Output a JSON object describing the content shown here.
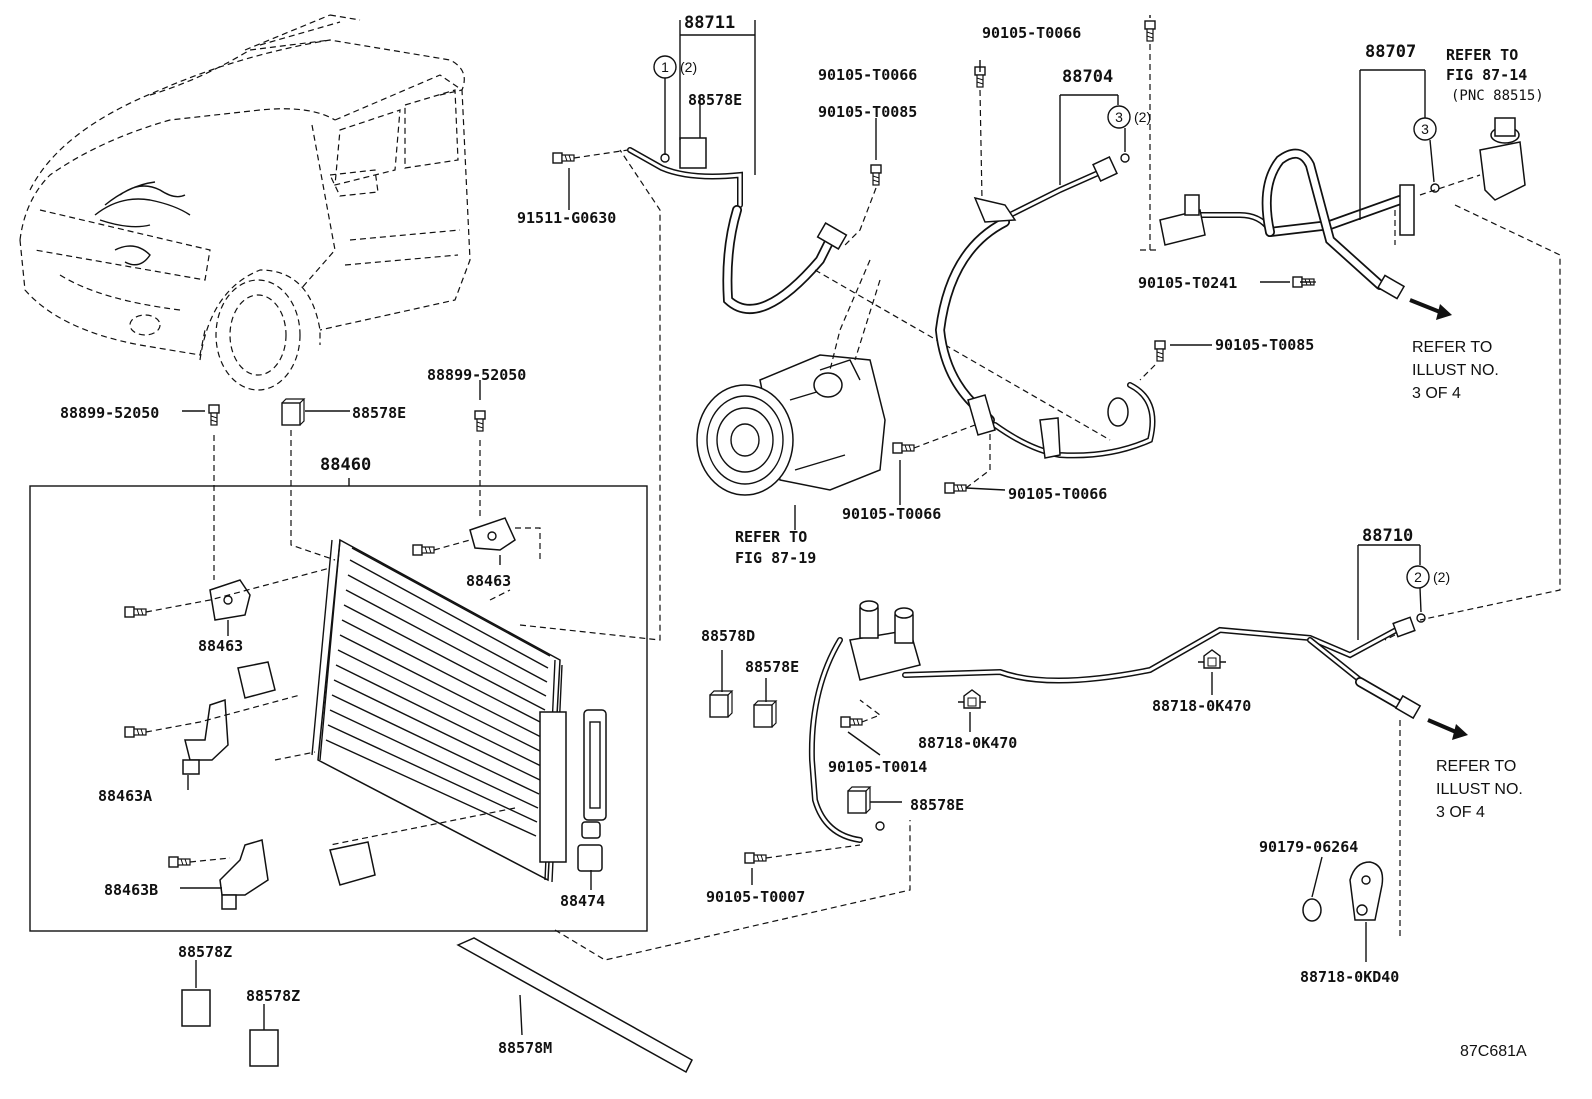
{
  "diagram_code": "87C681A",
  "parts": {
    "p88711": "88711",
    "p88704": "88704",
    "p88707": "88707",
    "p88710": "88710",
    "p88460": "88460",
    "p88463_top": "88463",
    "p88463_left": "88463",
    "p88463A": "88463A",
    "p88463B": "88463B",
    "p88474": "88474",
    "p88578E_a": "88578E",
    "p88578E_b": "88578E",
    "p88578E_c": "88578E",
    "p88578E_d": "88578E",
    "p88578D": "88578D",
    "p88578Z_a": "88578Z",
    "p88578Z_b": "88578Z",
    "p88578M": "88578M",
    "p88899_a": "88899-52050",
    "p88899_b": "88899-52050",
    "p91511": "91511-G0630",
    "p90105_T0066_a": "90105-T0066",
    "p90105_T0066_b": "90105-T0066",
    "p90105_T0066_c": "90105-T0066",
    "p90105_T0066_d": "90105-T0066",
    "p90105_T0085_a": "90105-T0085",
    "p90105_T0085_b": "90105-T0085",
    "p90105_T0241": "90105-T0241",
    "p90105_T0014": "90105-T0014",
    "p90105_T0007": "90105-T0007",
    "p90179": "90179-06264",
    "p88718_0K470_a": "88718-0K470",
    "p88718_0K470_b": "88718-0K470",
    "p88718_0KD40": "88718-0KD40"
  },
  "callouts": {
    "c1_num": "1",
    "c1_qty": "(2)",
    "c3a_num": "3",
    "c3a_qty": "(2)",
    "c3b_num": "3",
    "c2_num": "2",
    "c2_qty": "(2)"
  },
  "references": {
    "fig_87_14_l1": "REFER TO",
    "fig_87_14_l2": "FIG 87-14",
    "fig_87_14_l3": "(PNC 88515)",
    "fig_87_19_l1": "REFER TO",
    "fig_87_19_l2": "FIG 87-19",
    "illust_a_l1": "REFER TO",
    "illust_a_l2": "ILLUST NO.",
    "illust_a_l3": "3 OF 4",
    "illust_b_l1": "REFER TO",
    "illust_b_l2": "ILLUST NO.",
    "illust_b_l3": "3 OF 4"
  }
}
